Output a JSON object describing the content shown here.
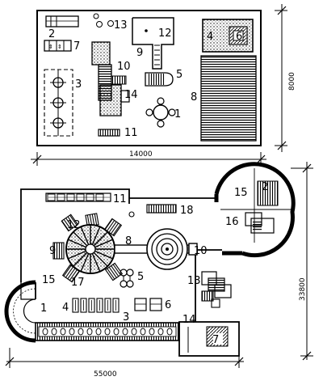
{
  "upper_plan": {
    "labels": {
      "n1": "1",
      "n2": "2",
      "n3": "3",
      "n4": "4",
      "n5": "5",
      "n6": "6",
      "n7": "7",
      "n8": "8",
      "n9": "9",
      "n10": "10",
      "n11": "11",
      "n12": "12",
      "n13": "13",
      "n14": "14"
    },
    "width_dimension": "14000",
    "height_dimension": "8000"
  },
  "lower_plan": {
    "labels": {
      "n1": "1",
      "n2": "2",
      "n3": "3",
      "n4": "4",
      "n5": "5",
      "n6": "6",
      "n7": "7",
      "n8": "8",
      "n9": "9",
      "n10": "10",
      "n11": "11",
      "n12": "12",
      "n13": "13",
      "n14": "14",
      "n15a": "15",
      "n15b": "15",
      "n16": "16",
      "n17": "17",
      "n18": "18"
    },
    "width_dimension": "55000",
    "height_dimension": "33800"
  }
}
